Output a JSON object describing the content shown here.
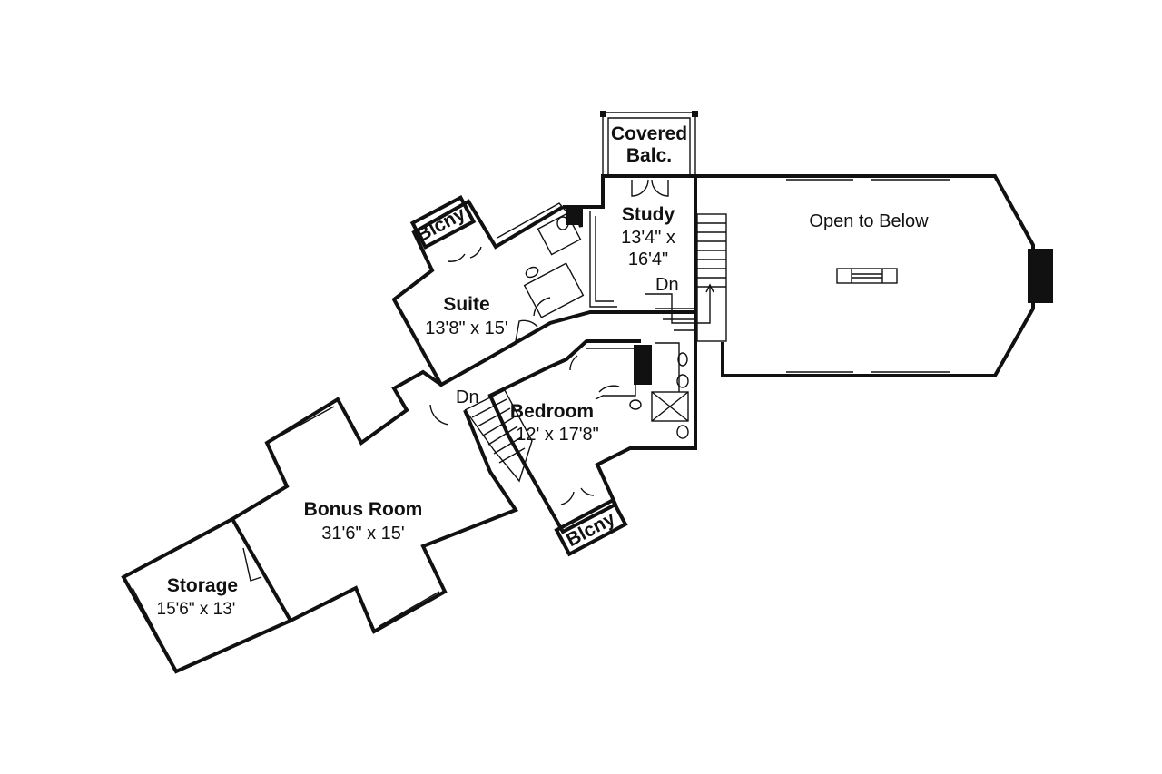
{
  "rooms": {
    "covered_balc": {
      "name_1": "Covered",
      "name_2": "Balc."
    },
    "study": {
      "name": "Study",
      "dim_1": "13'4\" x",
      "dim_2": "16'4\""
    },
    "open_to_below": {
      "name": "Open to Below"
    },
    "suite": {
      "name": "Suite",
      "dims": "13'8\" x 15'"
    },
    "balcony_upper": {
      "name": "Blcny"
    },
    "balcony_lower": {
      "name": "Blcny"
    },
    "bedroom": {
      "name": "Bedroom",
      "dims": "12' x 17'8\""
    },
    "bonus_room": {
      "name": "Bonus Room",
      "dims": "31'6\" x 15'"
    },
    "storage": {
      "name": "Storage",
      "dims": "15'6\" x 13'"
    }
  },
  "stairs": {
    "study_down": "Dn",
    "bedroom_down": "Dn"
  }
}
